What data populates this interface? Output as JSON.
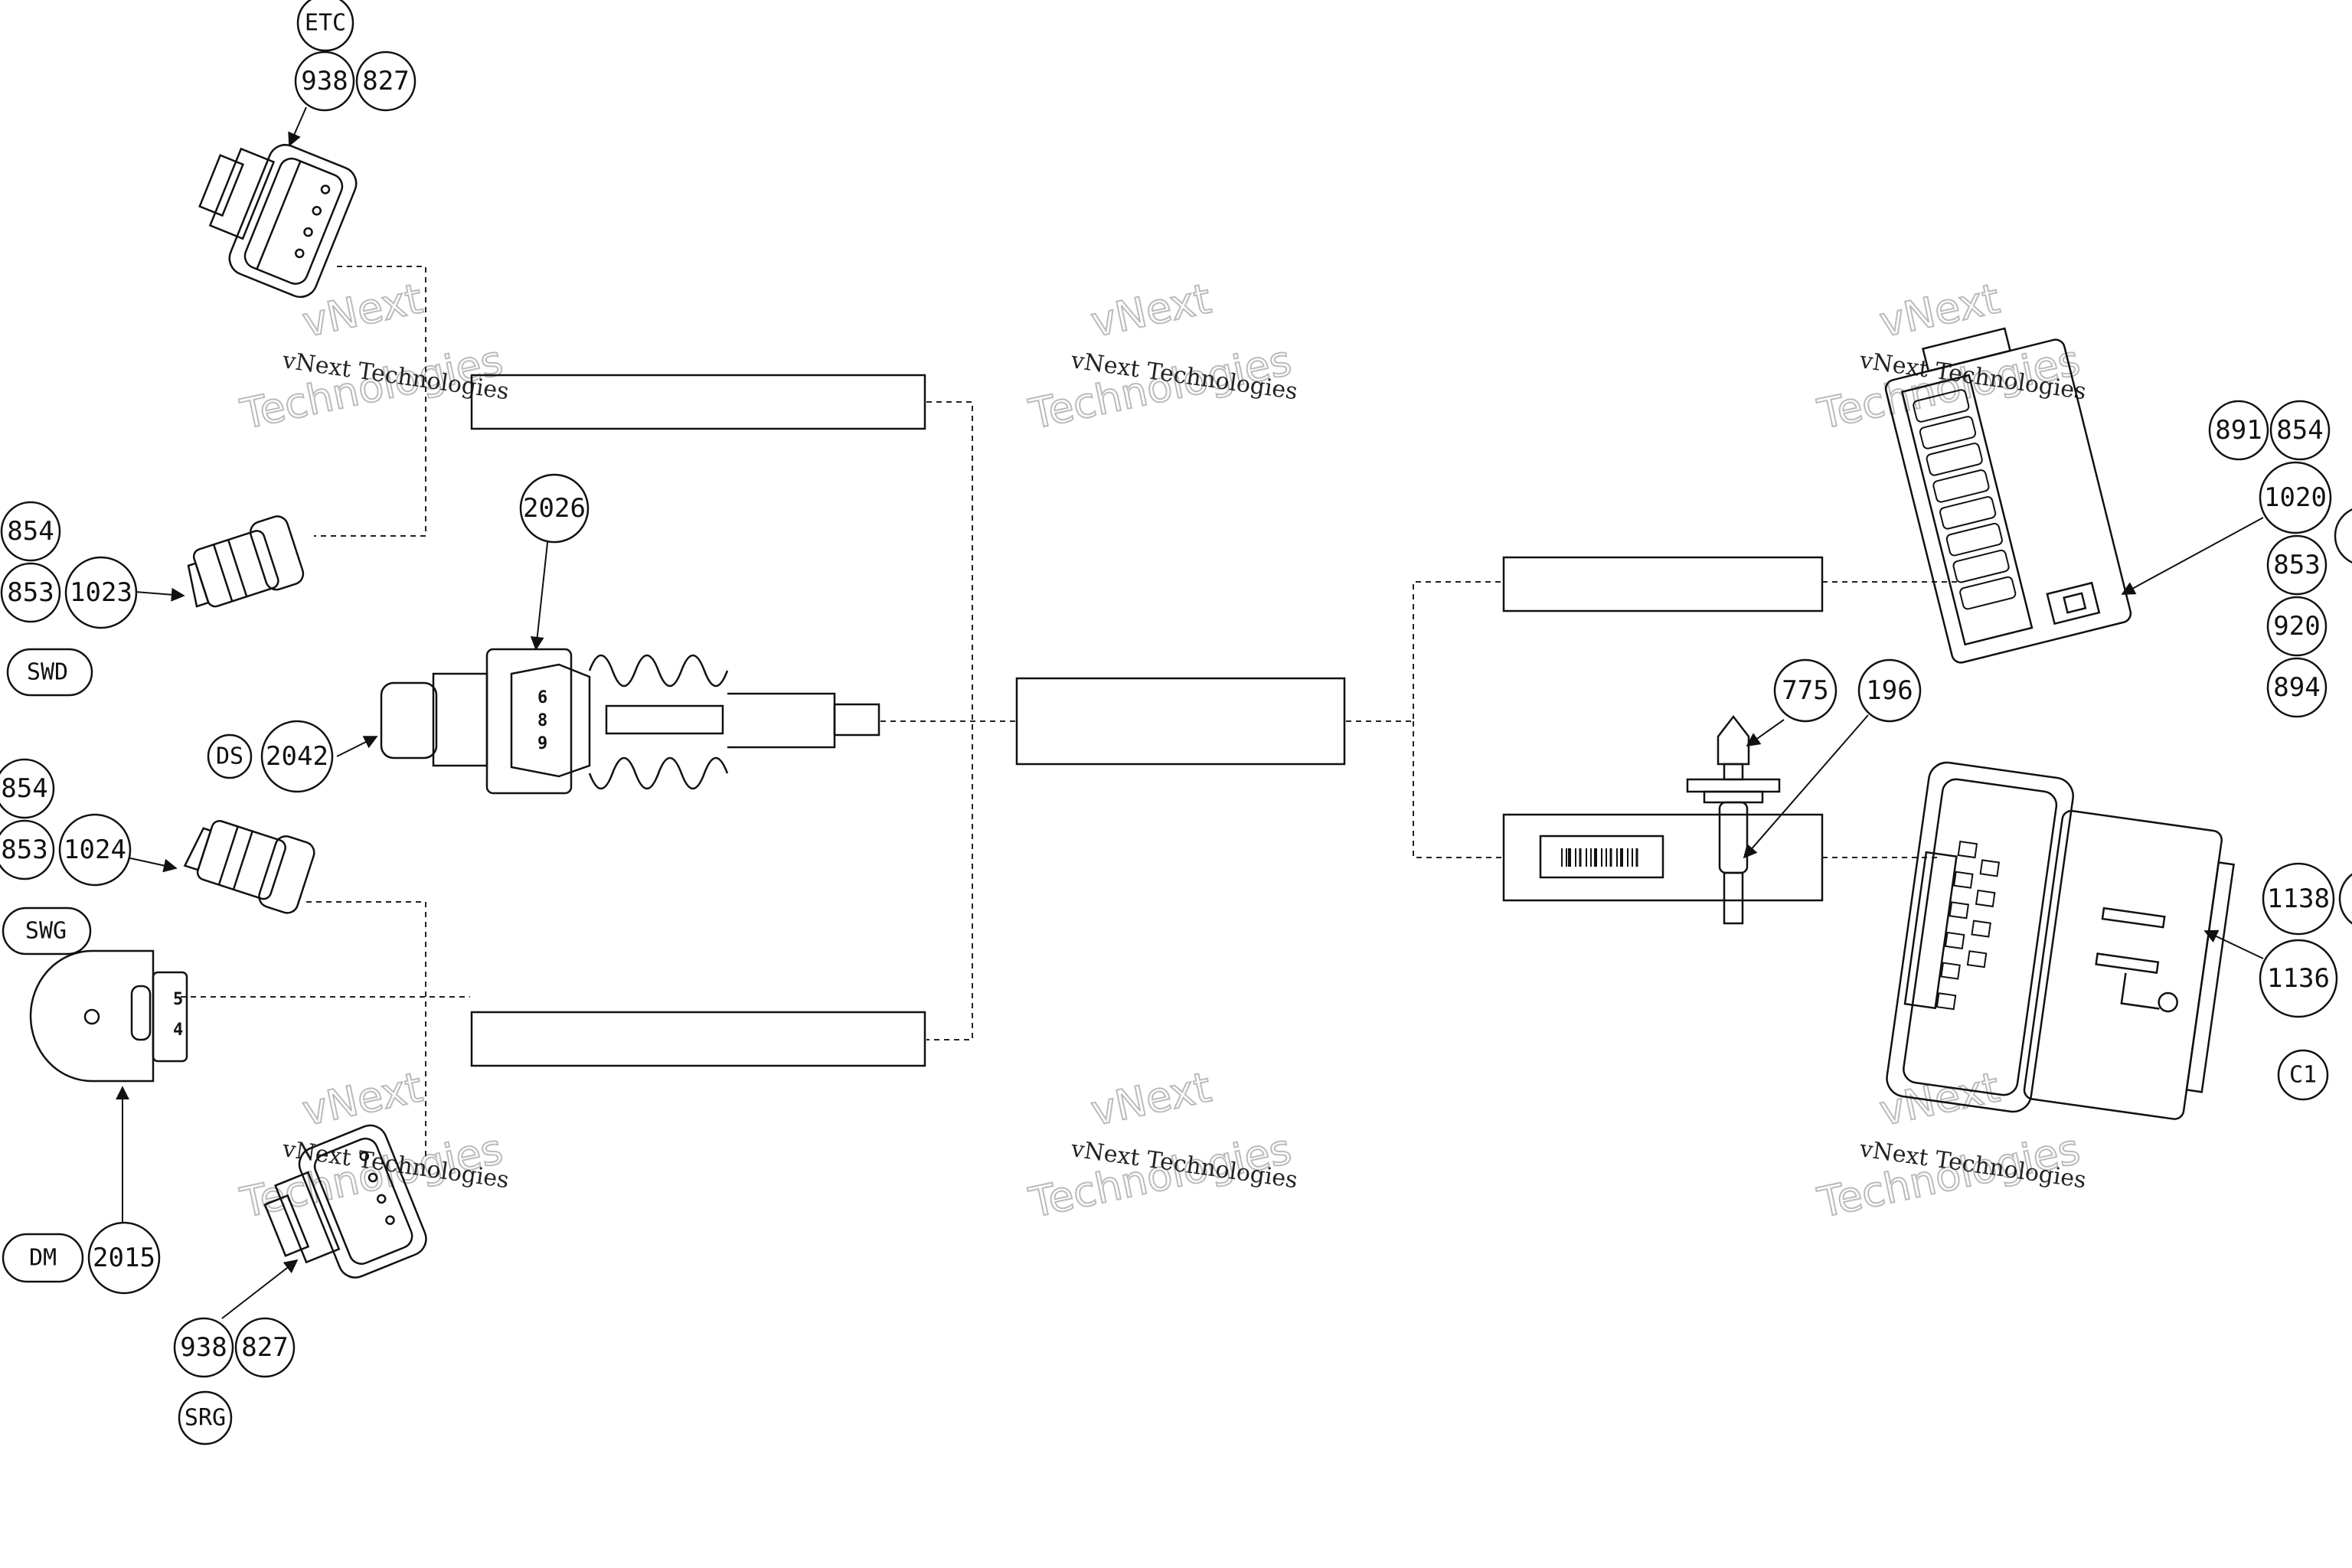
{
  "watermark": {
    "line1": "vNext Technologies",
    "line2a": "vNext",
    "line2b": "Technologies"
  },
  "callouts": {
    "etc": "ETC",
    "c938_top": "938",
    "c827_top": "827",
    "c854_a": "854",
    "c853_a": "853",
    "c1023": "1023",
    "swd": "SWD",
    "c2026": "2026",
    "ds": "DS",
    "c2042": "2042",
    "c854_b": "854",
    "c853_b": "853",
    "c1024": "1024",
    "swg": "SWG",
    "dm": "DM",
    "c2015": "2015",
    "c938_bot": "938",
    "c827_bot": "827",
    "srg": "SRG",
    "c775": "775",
    "c196": "196",
    "c891": "891",
    "c854_r": "854",
    "c1020": "1020",
    "c853_r": "853",
    "c920": "920",
    "c894": "894",
    "c1138": "1138",
    "c1136": "1136",
    "c1": "C1"
  },
  "pins": {
    "sensor": [
      "6",
      "8",
      "9"
    ],
    "dm": [
      "5",
      "4"
    ]
  }
}
